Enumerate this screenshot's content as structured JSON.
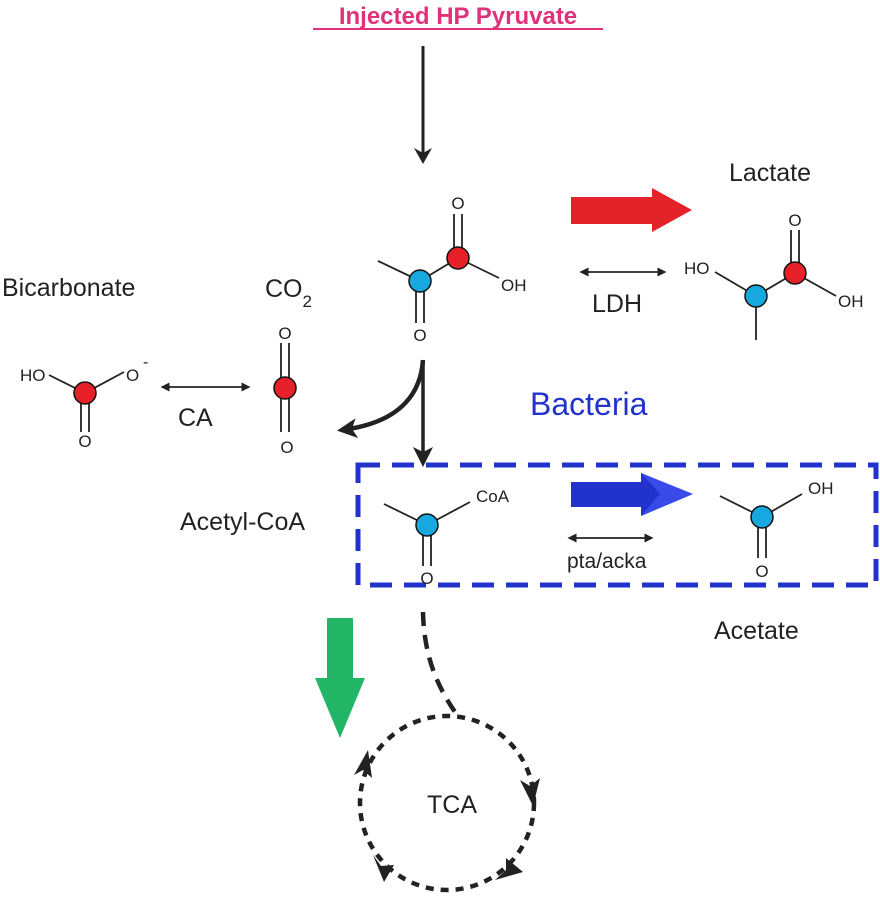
{
  "title": "Injected HP Pyruvate",
  "colors": {
    "title": "#e0327a",
    "carbon_red": "#e8202a",
    "carbon_blue": "#18a8e0",
    "arrow_red": "#e3222a",
    "arrow_blue": "#2233cc",
    "arrow_green": "#22b566",
    "bacteria_text": "#2233cc",
    "dashed_box": "#2233cc",
    "line": "#222222"
  },
  "molecules": {
    "pyruvate": {
      "atoms": {
        "o_top": "O",
        "oh": "OH",
        "o_bottom": "O"
      }
    },
    "lactate": {
      "label": "Lactate",
      "atoms": {
        "ho": "HO",
        "o_top": "O",
        "oh": "OH"
      }
    },
    "co2": {
      "label_main": "CO",
      "label_sub": "2",
      "atoms": {
        "o_top": "O",
        "o_bottom": "O"
      }
    },
    "bicarbonate": {
      "label": "Bicarbonate",
      "atoms": {
        "ho": "HO",
        "o_minus": "O",
        "charge": "-",
        "o_bottom": "O"
      }
    },
    "acetyl_coa": {
      "label": "Acetyl-CoA",
      "atoms": {
        "coa": "CoA",
        "o_bottom": "O"
      }
    },
    "acetate": {
      "label": "Acetate",
      "atoms": {
        "oh": "OH",
        "o_bottom": "O"
      }
    }
  },
  "enzymes": {
    "ldh": "LDH",
    "ca": "CA",
    "pta_acka": "pta/acka"
  },
  "bacteria_label": "Bacteria",
  "tca_label": "TCA"
}
